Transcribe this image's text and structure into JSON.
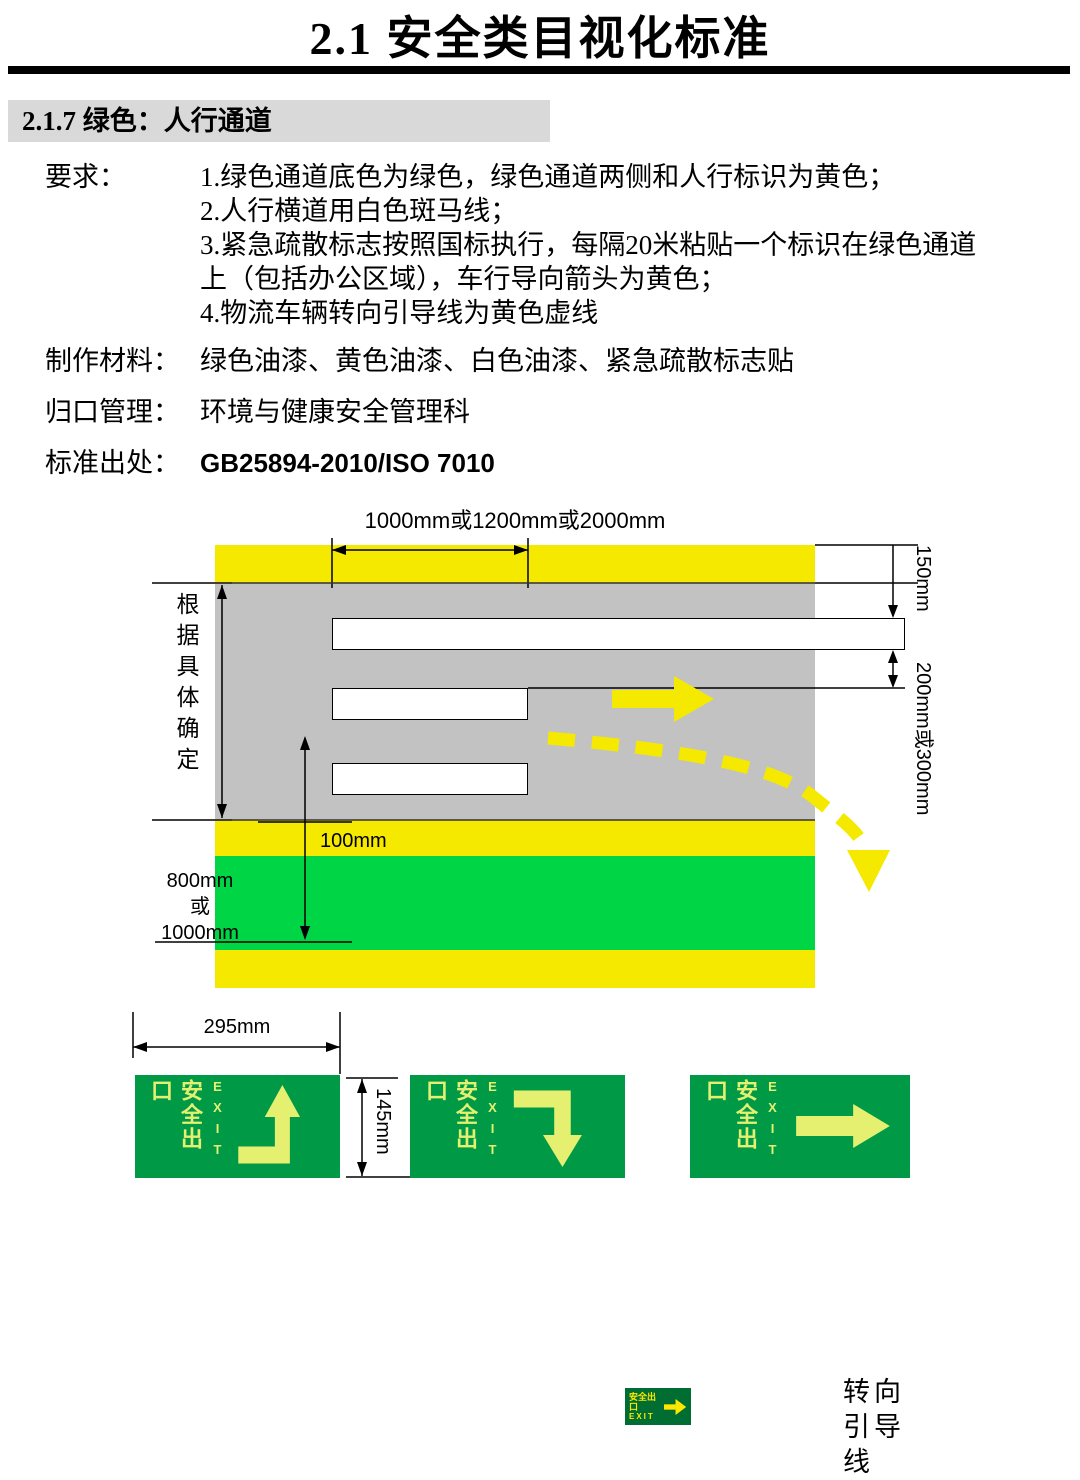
{
  "colors": {
    "accent_yellow": "#f5e900",
    "walkway_green": "#00d545",
    "road_gray": "#c2c2c2",
    "sign_green": "#009a47",
    "mini_sign_green": "#006e33",
    "sign_glyph_yellow": "#e6f070",
    "heading_bg": "#d9d9d9"
  },
  "page": {
    "title": "2.1 安全类目视化标准"
  },
  "section": {
    "heading": "2.1.7 绿色：人行通道"
  },
  "specs": {
    "req_label": "要求：",
    "req_lines": [
      "1.绿色通道底色为绿色，绿色通道两侧和人行标识为黄色；",
      "2.人行横道用白色斑马线；",
      "3.紧急疏散标志按照国标执行，每隔20米粘贴一个标识在绿色通道",
      "上（包括办公区域），车行导向箭头为黄色；",
      "4.物流车辆转向引导线为黄色虚线"
    ],
    "material_label": "制作材料：",
    "material_value": "绿色油漆、黄色油漆、白色油漆、紧急疏散标志贴",
    "management_label": "归口管理：",
    "management_value": "环境与健康安全管理科",
    "standard_label": "标准出处：",
    "standard_value": "GB25894-2010/ISO 7010"
  },
  "diagram": {
    "top_width": "1000mm或1200mm或2000mm",
    "left_height_note": "根据具体确定",
    "stripe_width": "150mm",
    "zebra_gap": "200mm或300mm",
    "edge_line_width": "100mm",
    "green_width_line1": "800mm",
    "green_width_line2": "或",
    "green_width_line3": "1000mm",
    "turn_label_line1": "转向",
    "turn_label_line2": "引导",
    "turn_label_line3": "线",
    "mini_sign_cn": "安全出口",
    "mini_sign_en": "EXIT"
  },
  "signs": {
    "width_dim": "295mm",
    "height_dim": "145mm",
    "cn": "安全出口",
    "en": "EXIT"
  }
}
